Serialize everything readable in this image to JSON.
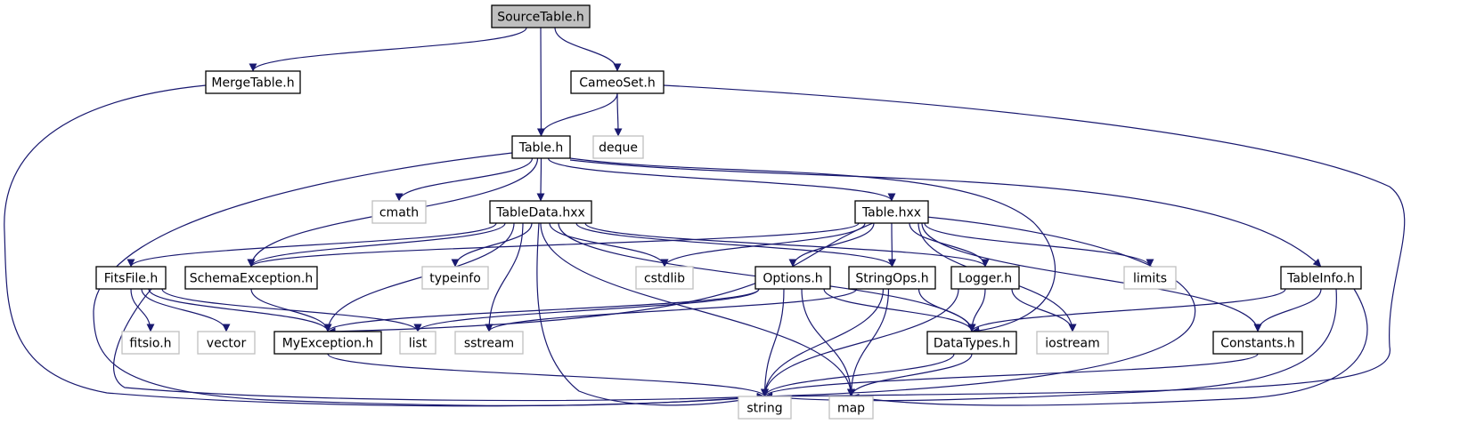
{
  "colors": {
    "edge": "#191970",
    "node_border": "#000000",
    "external_border": "#bfbfbf",
    "root_fill": "#bfbfbf",
    "node_fill": "#ffffff"
  },
  "nodes": [
    {
      "id": "SourceTable",
      "label": "SourceTable.h",
      "kind": "root"
    },
    {
      "id": "MergeTable",
      "label": "MergeTable.h",
      "kind": "file"
    },
    {
      "id": "CameoSet",
      "label": "CameoSet.h",
      "kind": "file"
    },
    {
      "id": "Table",
      "label": "Table.h",
      "kind": "file"
    },
    {
      "id": "deque",
      "label": "deque",
      "kind": "external"
    },
    {
      "id": "cmath",
      "label": "cmath",
      "kind": "external"
    },
    {
      "id": "TableData",
      "label": "TableData.hxx",
      "kind": "file"
    },
    {
      "id": "Tablehxx",
      "label": "Table.hxx",
      "kind": "file"
    },
    {
      "id": "FitsFile",
      "label": "FitsFile.h",
      "kind": "file"
    },
    {
      "id": "SchemaException",
      "label": "SchemaException.h",
      "kind": "file"
    },
    {
      "id": "typeinfo",
      "label": "typeinfo",
      "kind": "external"
    },
    {
      "id": "cstdlib",
      "label": "cstdlib",
      "kind": "external"
    },
    {
      "id": "Options",
      "label": "Options.h",
      "kind": "file"
    },
    {
      "id": "StringOps",
      "label": "StringOps.h",
      "kind": "file"
    },
    {
      "id": "Logger",
      "label": "Logger.h",
      "kind": "file"
    },
    {
      "id": "limits",
      "label": "limits",
      "kind": "external"
    },
    {
      "id": "TableInfo",
      "label": "TableInfo.h",
      "kind": "file"
    },
    {
      "id": "fitsio",
      "label": "fitsio.h",
      "kind": "external"
    },
    {
      "id": "vector",
      "label": "vector",
      "kind": "external"
    },
    {
      "id": "MyException",
      "label": "MyException.h",
      "kind": "file"
    },
    {
      "id": "list",
      "label": "list",
      "kind": "external"
    },
    {
      "id": "sstream",
      "label": "sstream",
      "kind": "external"
    },
    {
      "id": "DataTypes",
      "label": "DataTypes.h",
      "kind": "file"
    },
    {
      "id": "iostream",
      "label": "iostream",
      "kind": "external"
    },
    {
      "id": "Constants",
      "label": "Constants.h",
      "kind": "file"
    },
    {
      "id": "string",
      "label": "string",
      "kind": "external"
    },
    {
      "id": "map",
      "label": "map",
      "kind": "external"
    }
  ],
  "edges": [
    [
      "SourceTable",
      "MergeTable"
    ],
    [
      "SourceTable",
      "Table"
    ],
    [
      "SourceTable",
      "CameoSet"
    ],
    [
      "MergeTable",
      "string"
    ],
    [
      "CameoSet",
      "Table"
    ],
    [
      "CameoSet",
      "deque"
    ],
    [
      "CameoSet",
      "string"
    ],
    [
      "Table",
      "string"
    ],
    [
      "Table",
      "cmath"
    ],
    [
      "Table",
      "SchemaException"
    ],
    [
      "Table",
      "TableData"
    ],
    [
      "Table",
      "Tablehxx"
    ],
    [
      "Table",
      "DataTypes"
    ],
    [
      "Table",
      "TableInfo"
    ],
    [
      "TableData",
      "FitsFile"
    ],
    [
      "TableData",
      "SchemaException"
    ],
    [
      "TableData",
      "MyException"
    ],
    [
      "TableData",
      "sstream"
    ],
    [
      "TableData",
      "typeinfo"
    ],
    [
      "TableData",
      "cstdlib"
    ],
    [
      "TableData",
      "string"
    ],
    [
      "TableData",
      "map"
    ],
    [
      "TableData",
      "DataTypes"
    ],
    [
      "TableData",
      "StringOps"
    ],
    [
      "TableData",
      "Logger"
    ],
    [
      "Tablehxx",
      "SchemaException"
    ],
    [
      "Tablehxx",
      "MyException"
    ],
    [
      "Tablehxx",
      "cstdlib"
    ],
    [
      "Tablehxx",
      "Options"
    ],
    [
      "Tablehxx",
      "StringOps"
    ],
    [
      "Tablehxx",
      "Logger"
    ],
    [
      "Tablehxx",
      "limits"
    ],
    [
      "Tablehxx",
      "iostream"
    ],
    [
      "Tablehxx",
      "Constants"
    ],
    [
      "Tablehxx",
      "string"
    ],
    [
      "FitsFile",
      "fitsio"
    ],
    [
      "FitsFile",
      "vector"
    ],
    [
      "FitsFile",
      "MyException"
    ],
    [
      "FitsFile",
      "list"
    ],
    [
      "FitsFile",
      "string"
    ],
    [
      "SchemaException",
      "MyException"
    ],
    [
      "Options",
      "MyException"
    ],
    [
      "Options",
      "list"
    ],
    [
      "Options",
      "string"
    ],
    [
      "Options",
      "map"
    ],
    [
      "Options",
      "DataTypes"
    ],
    [
      "StringOps",
      "sstream"
    ],
    [
      "StringOps",
      "string"
    ],
    [
      "StringOps",
      "map"
    ],
    [
      "StringOps",
      "DataTypes"
    ],
    [
      "Logger",
      "DataTypes"
    ],
    [
      "Logger",
      "iostream"
    ],
    [
      "Logger",
      "string"
    ],
    [
      "TableInfo",
      "DataTypes"
    ],
    [
      "TableInfo",
      "Constants"
    ],
    [
      "TableInfo",
      "string"
    ],
    [
      "TableInfo",
      "map"
    ],
    [
      "MyException",
      "string"
    ],
    [
      "DataTypes",
      "string"
    ],
    [
      "DataTypes",
      "map"
    ],
    [
      "Constants",
      "string"
    ]
  ]
}
